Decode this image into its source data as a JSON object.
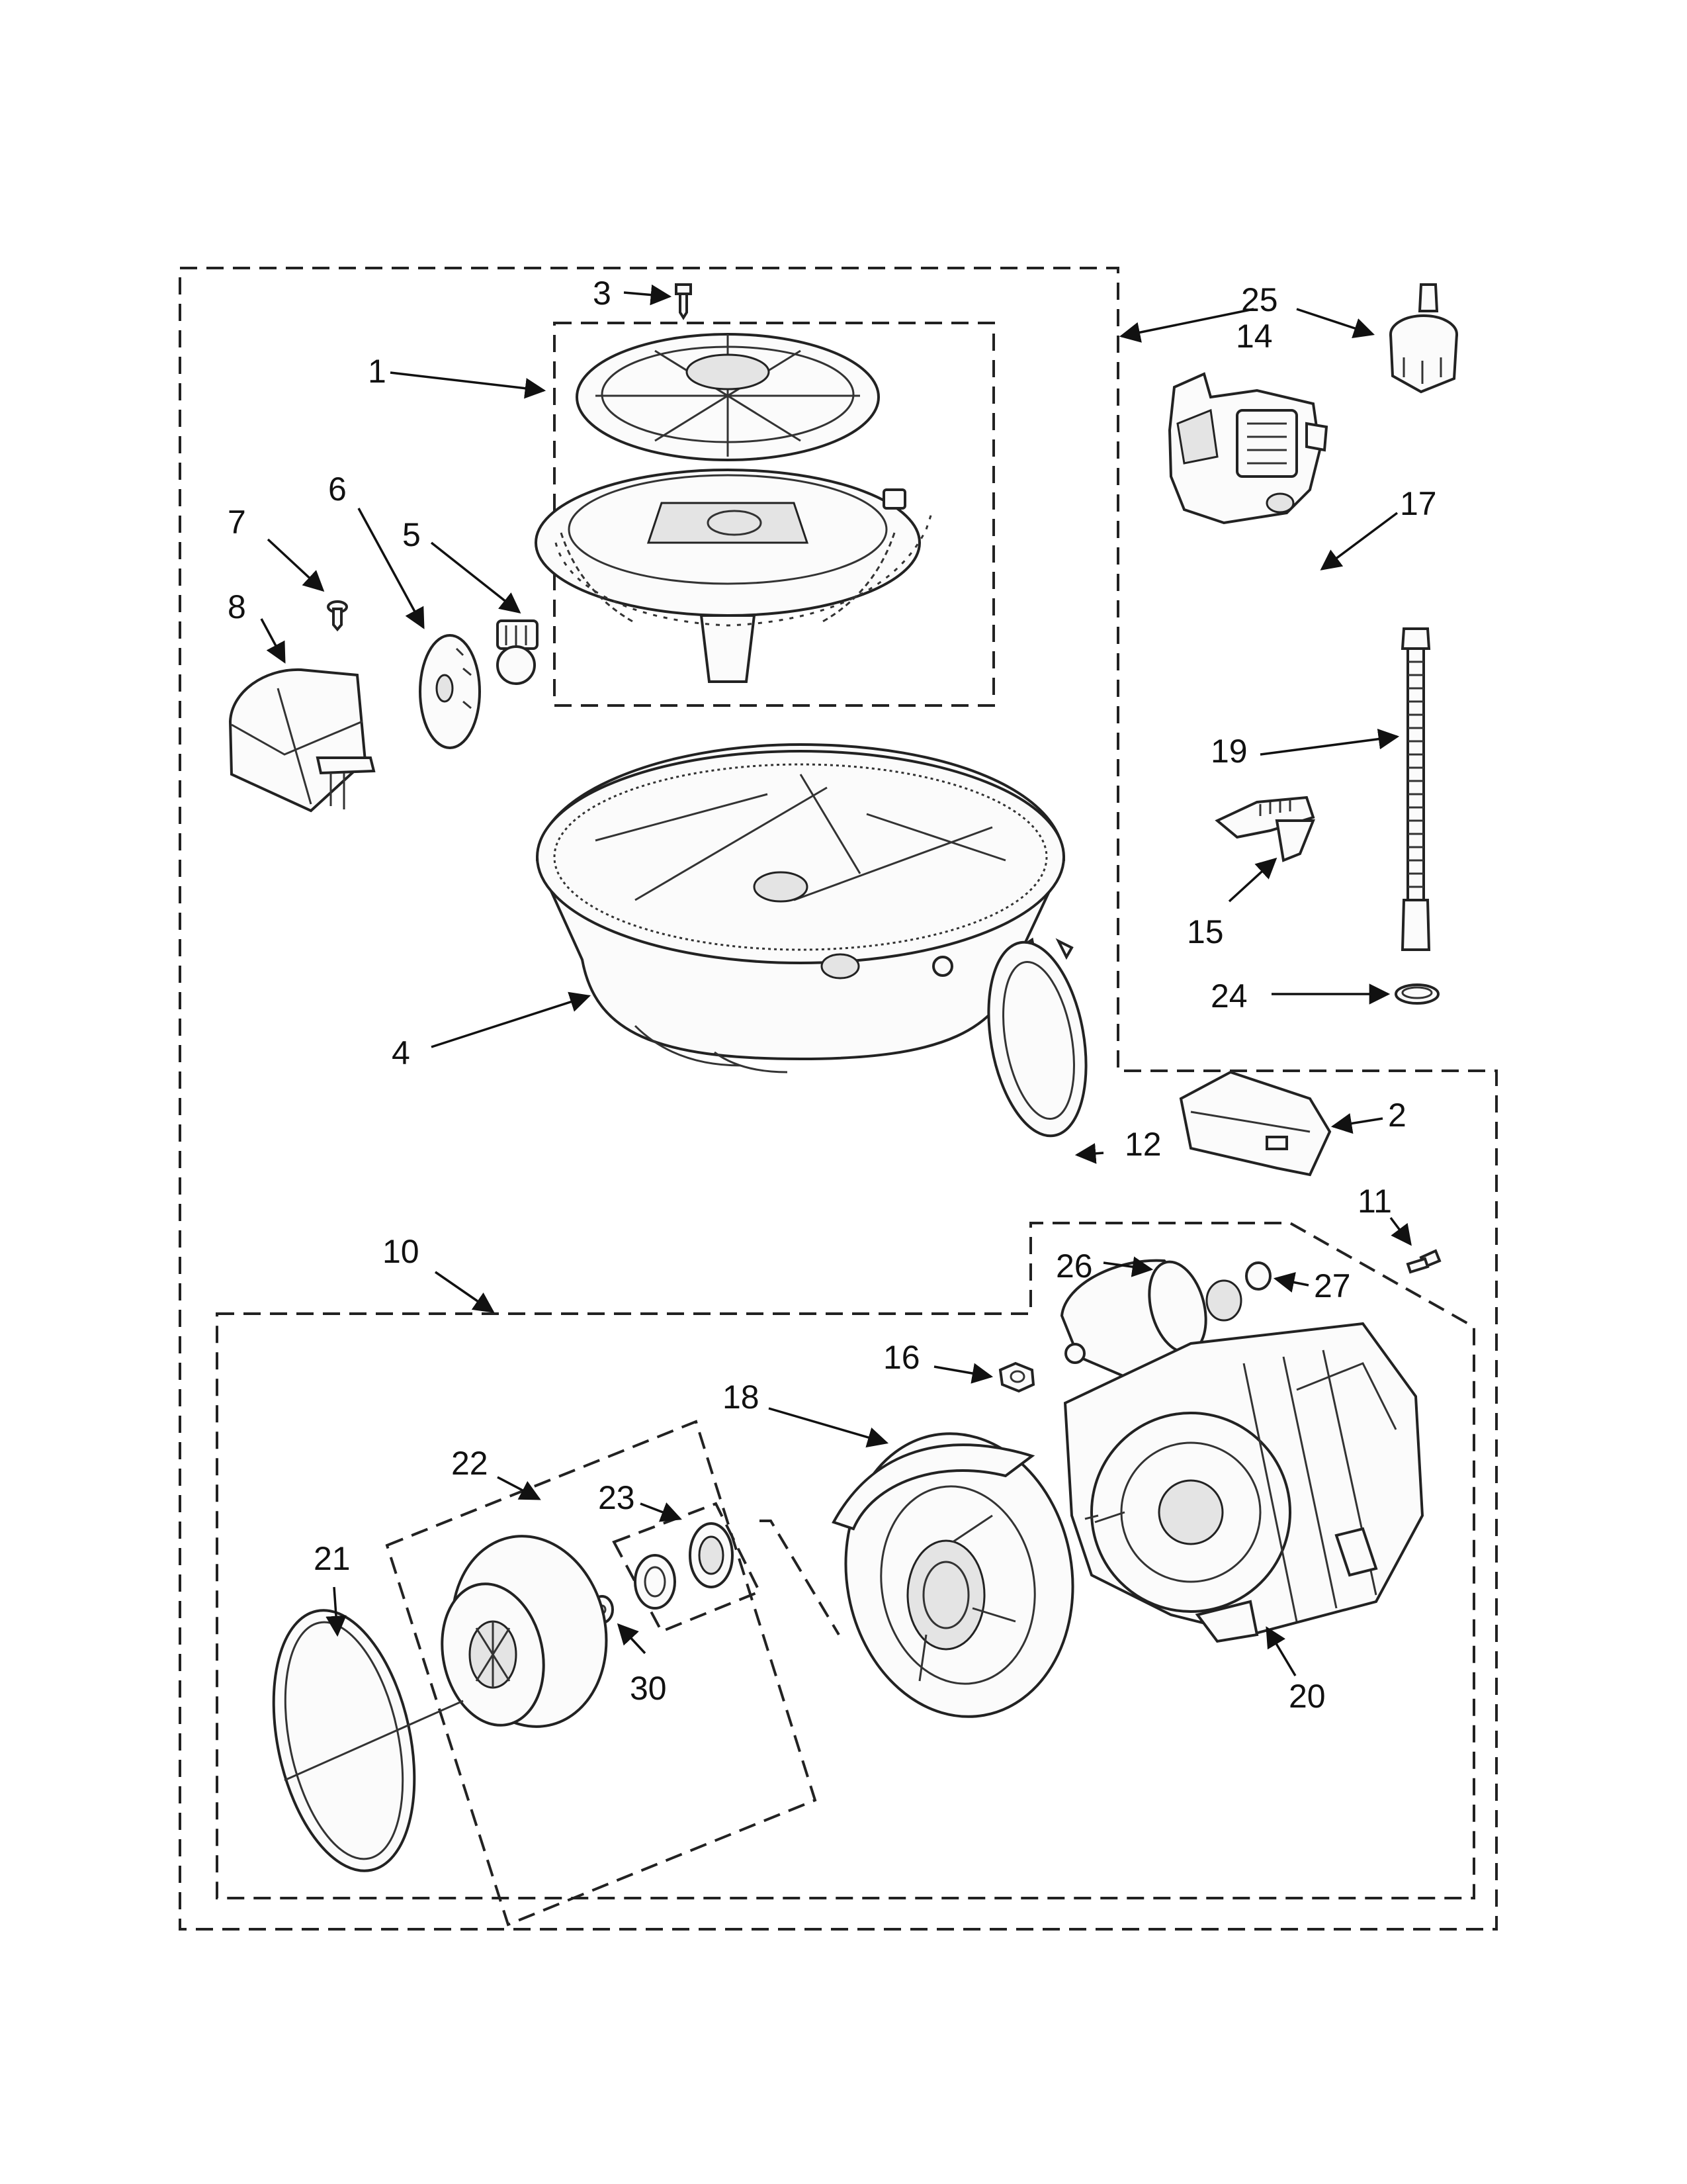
{
  "callouts": {
    "c1": "1",
    "c2": "2",
    "c3": "3",
    "c4": "4",
    "c5": "5",
    "c6": "6",
    "c7": "7",
    "c8": "8",
    "c10": "10",
    "c11": "11",
    "c12": "12",
    "c14": "14",
    "c15": "15",
    "c16": "16",
    "c17": "17",
    "c18": "18",
    "c19": "19",
    "c20": "20",
    "c21": "21",
    "c22": "22",
    "c23": "23",
    "c24": "24",
    "c25": "25",
    "c26": "26",
    "c27": "27",
    "c30": "30"
  }
}
